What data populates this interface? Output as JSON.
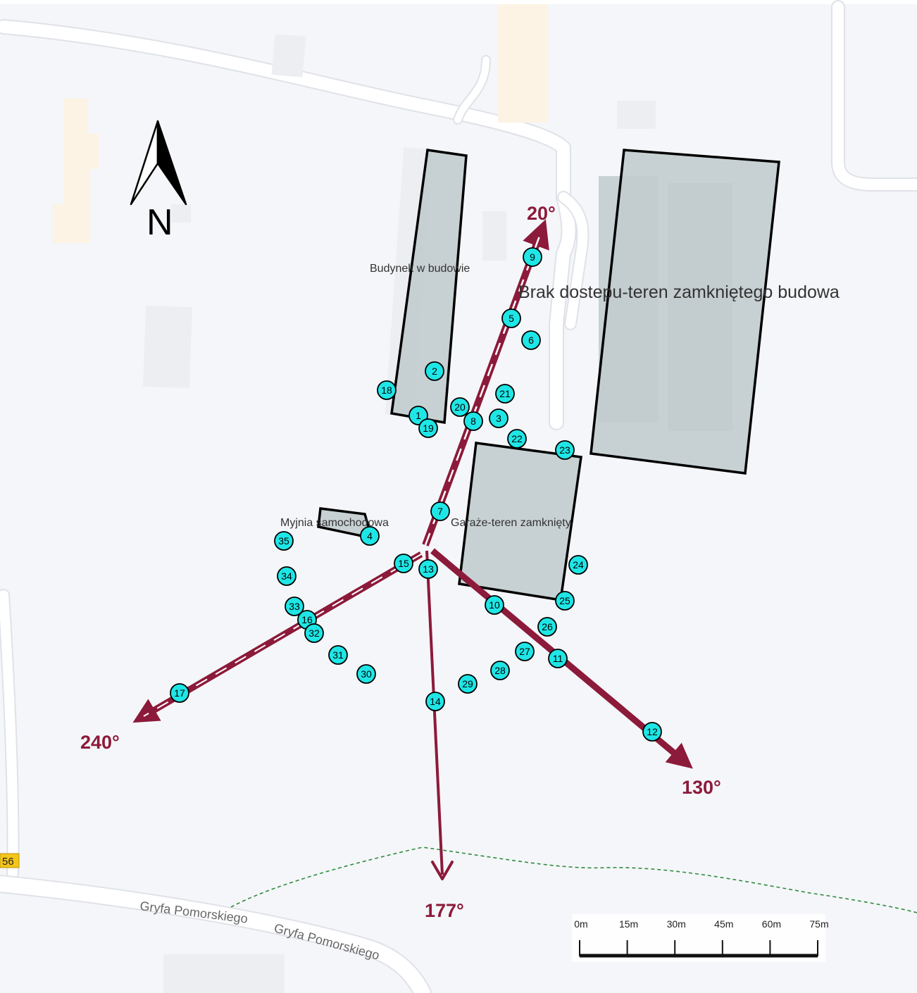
{
  "labels": {
    "building_under_construction": "Budynek w budowie",
    "no_access_construction": "Brak dostepu-teren zamkniętego budowa",
    "car_wash": "Myjnia samochodowa",
    "garages_closed": "Garaże-teren zamknięty",
    "north": "N",
    "route_shield": "56"
  },
  "streets": {
    "street_1": "Gryfa Pomorskiego",
    "street_2": "Gryfa Pomorskiego"
  },
  "directions": {
    "dir_20": "20°",
    "dir_130": "130°",
    "dir_177": "177°",
    "dir_240": "240°"
  },
  "scale_bar": {
    "ticks": [
      "0m",
      "15m",
      "30m",
      "45m",
      "60m",
      "75m"
    ]
  },
  "points": [
    {
      "label": "1"
    },
    {
      "label": "2"
    },
    {
      "label": "3"
    },
    {
      "label": "4"
    },
    {
      "label": "5"
    },
    {
      "label": "6"
    },
    {
      "label": "7"
    },
    {
      "label": "8"
    },
    {
      "label": "9"
    },
    {
      "label": "10"
    },
    {
      "label": "11"
    },
    {
      "label": "12"
    },
    {
      "label": "13"
    },
    {
      "label": "14"
    },
    {
      "label": "15"
    },
    {
      "label": "16"
    },
    {
      "label": "17"
    },
    {
      "label": "18"
    },
    {
      "label": "19"
    },
    {
      "label": "20"
    },
    {
      "label": "21"
    },
    {
      "label": "22"
    },
    {
      "label": "23"
    },
    {
      "label": "24"
    },
    {
      "label": "25"
    },
    {
      "label": "26"
    },
    {
      "label": "27"
    },
    {
      "label": "28"
    },
    {
      "label": "29"
    },
    {
      "label": "30"
    },
    {
      "label": "31"
    },
    {
      "label": "32"
    },
    {
      "label": "33"
    },
    {
      "label": "34"
    },
    {
      "label": "35"
    }
  ],
  "colors": {
    "background": "#f5f6f9",
    "road": "#ffffff",
    "road_edge": "#dfe2e8",
    "building_bg": "#eceef1",
    "building_orange": "#fdf3e4",
    "polygon_fill": "#c2ccce",
    "arrow": "#8c1a3a",
    "point_fill": "#1fe6e6",
    "trail": "#2e8b3e"
  }
}
